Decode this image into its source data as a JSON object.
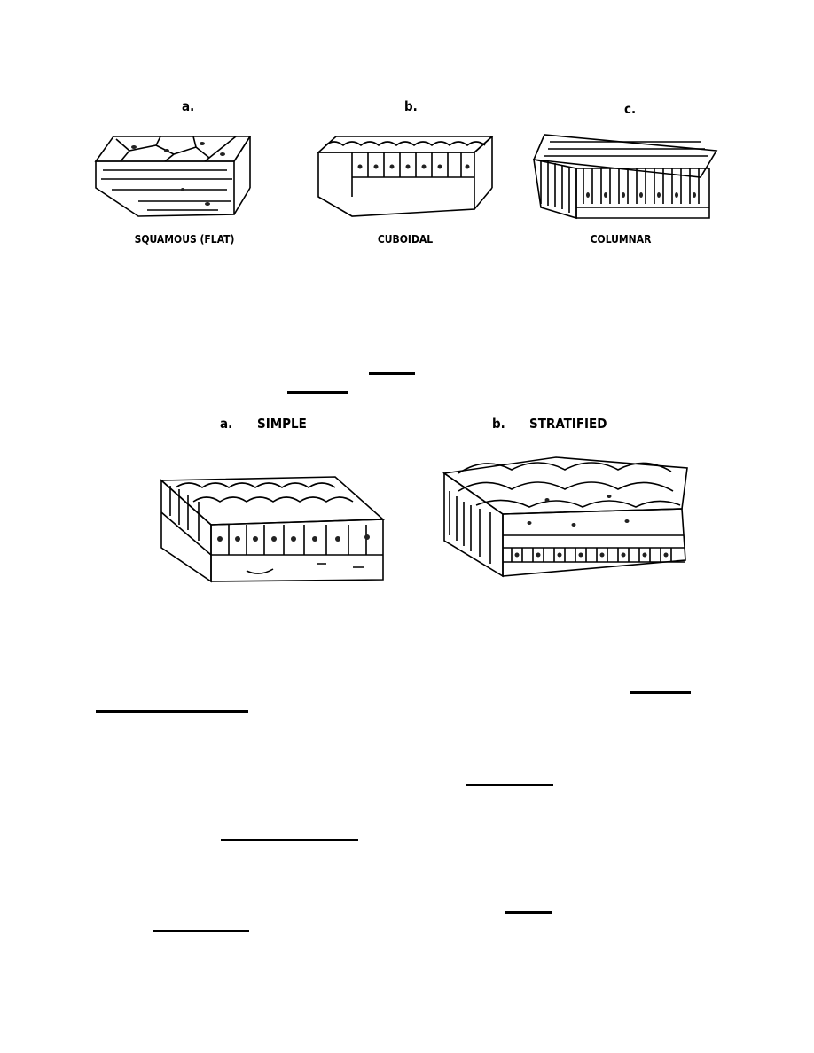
{
  "figure_top": {
    "panels": [
      {
        "letter": "a.",
        "caption": "SQUAMOUS  (FLAT)"
      },
      {
        "letter": "b.",
        "caption": "CUBOIDAL"
      },
      {
        "letter": "c.",
        "caption": "COLUMNAR"
      }
    ]
  },
  "figure_bottom": {
    "panels": [
      {
        "letter": "a.",
        "caption": "SIMPLE"
      },
      {
        "letter": "b.",
        "caption": "STRATIFIED"
      }
    ]
  }
}
